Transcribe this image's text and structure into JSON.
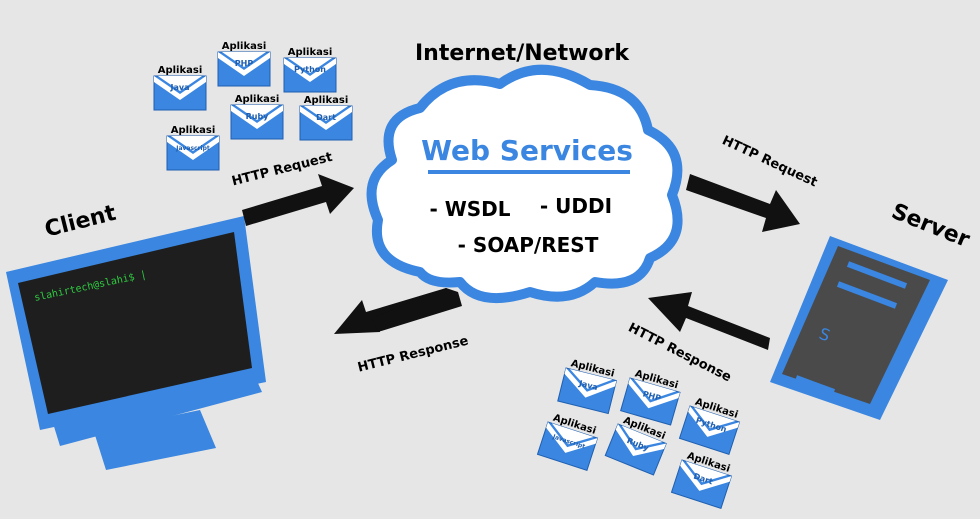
{
  "network": {
    "title": "Internet/Network",
    "web_services": "Web Services",
    "items": [
      "- WSDL",
      "- UDDI",
      "- SOAP/REST"
    ]
  },
  "client": {
    "label": "Client",
    "terminal_text": "slahirtech@slahi$ |"
  },
  "server": {
    "label": "Server"
  },
  "arrows": {
    "client_request": "HTTP Request",
    "server_request": "HTTP Request",
    "server_response": "HTTP Response",
    "client_response": "HTTP Response"
  },
  "apps_top": [
    {
      "title": "Aplikasi",
      "name": "Java"
    },
    {
      "title": "Aplikasi",
      "name": "PHP"
    },
    {
      "title": "Aplikasi",
      "name": "Python"
    },
    {
      "title": "Aplikasi",
      "name": "Ruby"
    },
    {
      "title": "Aplikasi",
      "name": "Dart"
    },
    {
      "title": "Aplikasi",
      "name": "Javascript"
    }
  ],
  "apps_bottom": [
    {
      "title": "Aplikasi",
      "name": "Java"
    },
    {
      "title": "Aplikasi",
      "name": "PHP"
    },
    {
      "title": "Aplikasi",
      "name": "Python"
    },
    {
      "title": "Aplikasi",
      "name": "Javascript"
    },
    {
      "title": "Aplikasi",
      "name": "Ruby"
    },
    {
      "title": "Aplikasi",
      "name": "Dart"
    }
  ],
  "colors": {
    "accent": "#3a86e0",
    "screen": "#1e1e1e",
    "terminal": "#2ecc40",
    "server_body": "#4a4a4a"
  }
}
